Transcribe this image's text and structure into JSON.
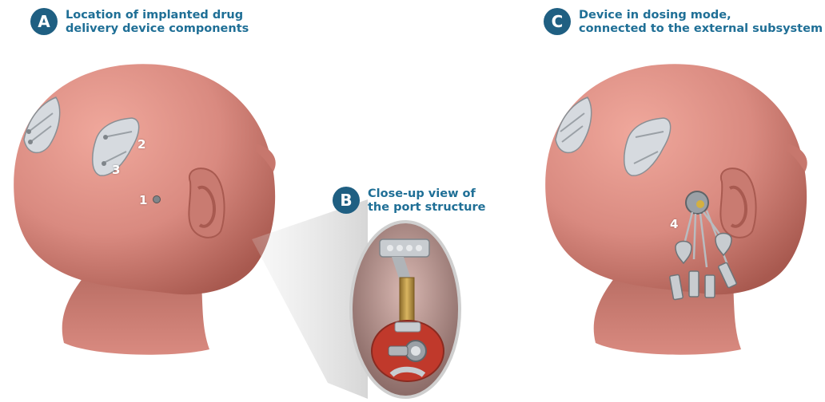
{
  "panels": {
    "a": {
      "badge": "A",
      "caption_lines": [
        "Location of implanted drug",
        "delivery device components"
      ]
    },
    "b": {
      "badge": "B",
      "caption_lines": [
        "Close-up view of",
        "the port structure"
      ]
    },
    "c": {
      "badge": "C",
      "caption_lines": [
        "Device in dosing mode,",
        "connected to the external subsystem"
      ]
    }
  },
  "component_numbers": {
    "n1": "1",
    "n2": "2",
    "n3": "3",
    "n4": "4"
  },
  "colors": {
    "badge": "#1f5f82",
    "caption": "#1f6f96",
    "skin": "#d98a80",
    "port_disc": "#c0392b",
    "rod": "#b8913a",
    "metal": "#c8ccd0"
  }
}
